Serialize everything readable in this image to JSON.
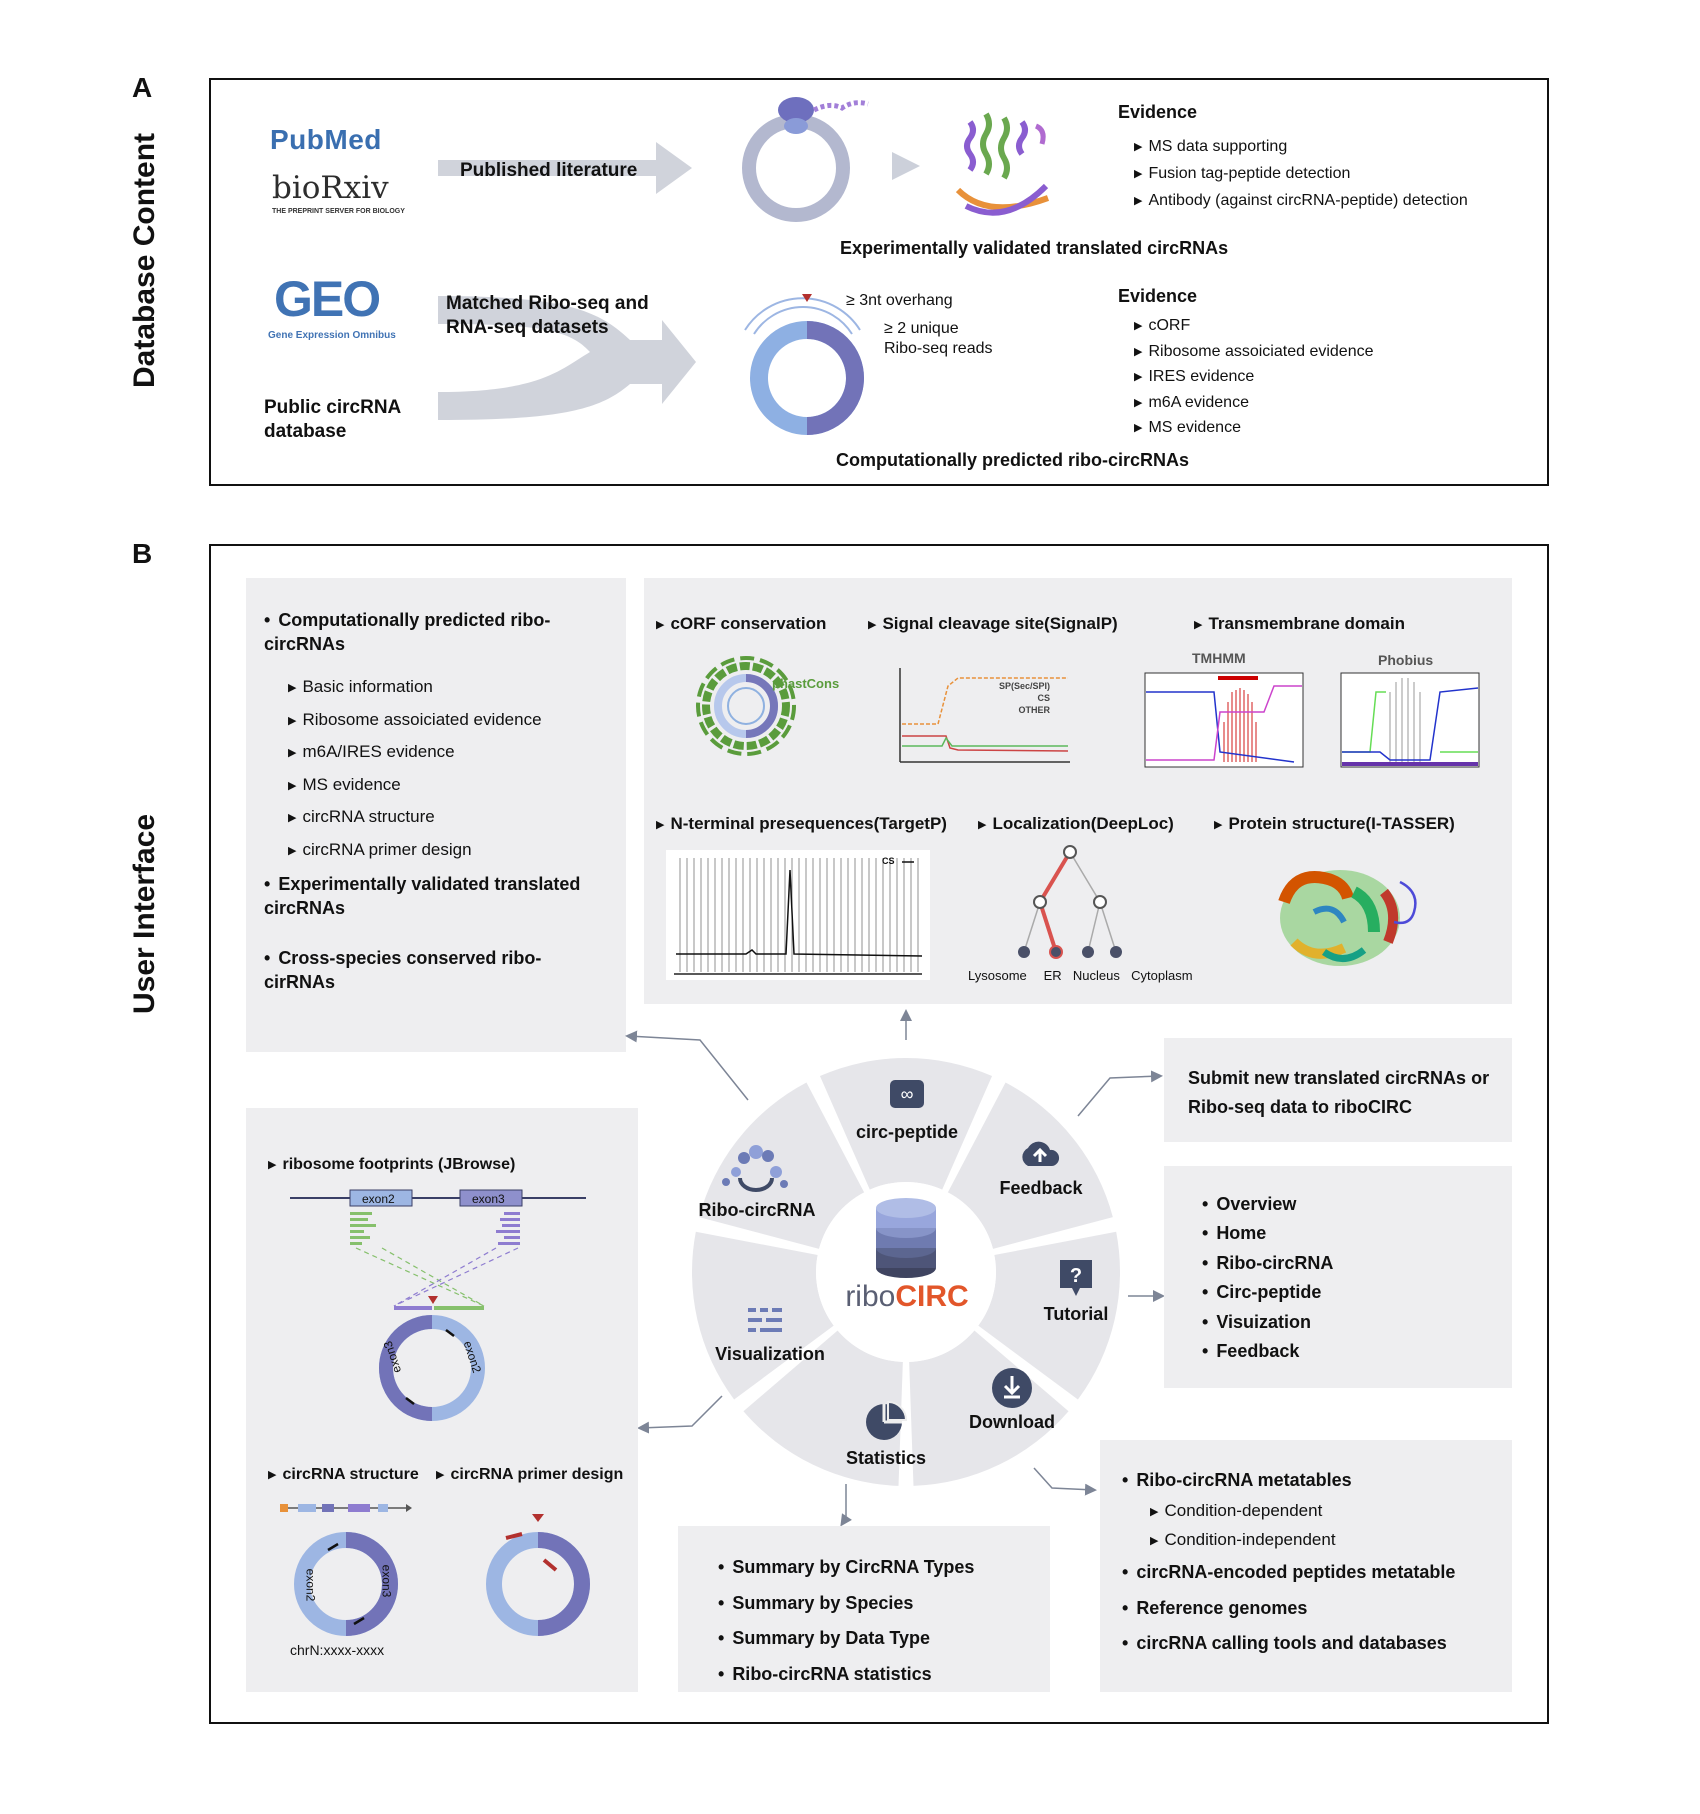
{
  "panel_a": {
    "letter": "A",
    "side_label": "Database Content",
    "sources": {
      "pubmed": "PubMed",
      "biorxiv": "bioRxiv",
      "biorxiv_sub": "THE PREPRINT SERVER FOR BIOLOGY",
      "geo": "GEO",
      "geo_sub": "Gene Expression Omnibus",
      "public_db": "Public circRNA database"
    },
    "arrow_top": "Published literature",
    "arrow_bottom": "Matched Ribo-seq and RNA-seq datasets",
    "validated": {
      "evidence_title": "Evidence",
      "items": [
        "MS data supporting",
        "Fusion tag-peptide detection",
        "Antibody (against circRNA-peptide) detection"
      ],
      "caption": "Experimentally validated translated circRNAs"
    },
    "predicted": {
      "overhang": "≥ 3nt overhang",
      "reads_line1": "≥ 2 unique",
      "reads_line2": "Ribo-seq reads",
      "evidence_title": "Evidence",
      "items": [
        "cORF",
        "Ribosome assoiciated evidence",
        "IRES evidence",
        "m6A evidence",
        "MS evidence"
      ],
      "caption": "Computationally predicted ribo-circRNAs"
    }
  },
  "panel_b": {
    "letter": "B",
    "side_label": "User Interface",
    "ribo_box": {
      "head1": "Computationally predicted ribo-circRNAs",
      "subs": [
        "Basic information",
        "Ribosome assoiciated evidence",
        "m6A/IRES evidence",
        "MS evidence",
        "circRNA structure",
        "circRNA primer design"
      ],
      "head2": "Experimentally validated translated circRNAs",
      "head3": "Cross-species conserved ribo-cirRNAs"
    },
    "peptide_box": {
      "corf": "cORF conservation",
      "phastcons": "phastCons",
      "signalp": "Signal cleavage site(SignalP)",
      "signalp_legend": [
        "SP(Sec/SPI)",
        "CS",
        "OTHER"
      ],
      "tm": "Transmembrane domain",
      "tmhmm": "TMHMM",
      "phobius": "Phobius",
      "targetp": "N-terminal presequences(TargetP)",
      "targetp_legend": "CS",
      "deeploc": "Localization(DeepLoc)",
      "deeploc_leaves": [
        "Lysosome",
        "ER",
        "Nucleus",
        "Cytoplasm"
      ],
      "itasser": "Protein structure(I-TASSER)"
    },
    "vis_box": {
      "jbrowse": "ribosome footprints (JBrowse)",
      "exon2": "exon2",
      "exon3": "exon3",
      "ring_exon2": "exon2",
      "ring_exon3": "exon3",
      "structure": "circRNA structure",
      "primer": "circRNA primer design",
      "coord": "chrN:xxxx-xxxx"
    },
    "wheel": {
      "center_a": "ribo",
      "center_b": "CIRC",
      "segments": [
        "circ-peptide",
        "Feedback",
        "Tutorial",
        "Download",
        "Statistics",
        "Visualization",
        "Ribo-circRNA"
      ],
      "colors": {
        "ring": "#e6e6ea",
        "accent": "#e2562a",
        "icon": "#3f4a66"
      }
    },
    "feedback_box": "Submit new translated circRNAs or Ribo-seq data to riboCIRC",
    "tutorial_box": [
      "Overview",
      "Home",
      "Ribo-circRNA",
      "Circ-peptide",
      "Visuization",
      "Feedback"
    ],
    "stats_box": [
      "Summary by CircRNA Types",
      "Summary by Species",
      "Summary by Data Type",
      "Ribo-circRNA statistics"
    ],
    "download_box": {
      "item1": "Ribo-circRNA metatables",
      "sub1": "Condition-dependent",
      "sub2": "Condition-independent",
      "item2": "circRNA-encoded peptides metatable",
      "item3": "Reference genomes",
      "item4": "circRNA calling tools and databases"
    }
  }
}
